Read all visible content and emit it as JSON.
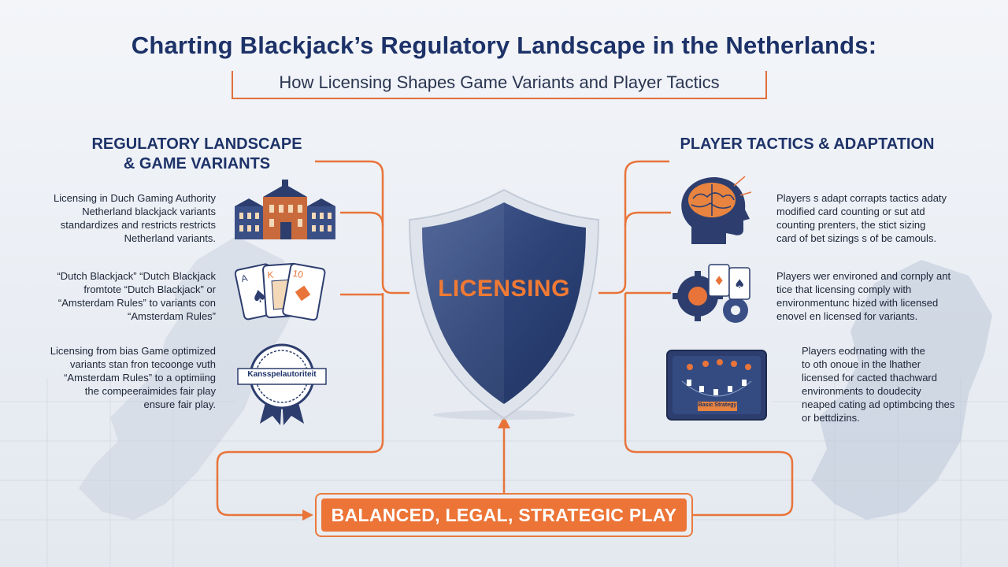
{
  "title": "Charting Blackjack’s Regulatory Landscape in the Netherlands:",
  "subtitle": "How Licensing Shapes Game Variants and Player Tactics",
  "left_section": {
    "heading_line1": "REGULATORY LANDSCAPE",
    "heading_line2": "& GAME VARIANTS",
    "items": [
      {
        "icon": "building-icon",
        "lines": [
          "Licensing in Duch Gaming Authority",
          "Netherland blackjack variants",
          "standardizes and restricts restricts",
          "Netherland variants."
        ]
      },
      {
        "icon": "playing-cards-icon",
        "lines": [
          "“Dutch Blackjack” “Dutch Blackjack",
          "fromtote “Dutch Blackjack” or",
          "“Amsterdam Rules” to variants con",
          "“Amsterdam Rules”"
        ]
      },
      {
        "icon": "seal-badge-icon",
        "badge_text": "Kansspelautoriteit",
        "lines": [
          "Licensing from bias Game optimized",
          "variants stan fron tecoonge vuth",
          "“Amsterdam Rules” to a optimiing",
          "the compeeraimides fair play",
          "ensure fair play."
        ]
      }
    ]
  },
  "center": {
    "shield_label": "LICENSING"
  },
  "right_section": {
    "heading": "PLAYER TACTICS & ADAPTATION",
    "items": [
      {
        "icon": "brain-head-icon",
        "lines": [
          "Players s adapt corrapts tactics adaty",
          "modified card counting or sut atd",
          "counting prenters, the stict sizing",
          "card of bet sizings s of be camouls."
        ]
      },
      {
        "icon": "gears-cards-icon",
        "lines": [
          "Players wer environed and cornply ant",
          "tice that licensing comply with",
          "environmentunc hized with licensed",
          "enovel en licensed for variants."
        ]
      },
      {
        "icon": "blackjack-table-icon",
        "table_label": "Basic Strategy",
        "lines": [
          "Players eodrnating with the",
          "to oth onoue in the lhather",
          "licensed for cacted thachward",
          "environments to doudecity",
          "neaped cating ad optimbcing thes",
          "or bettdizins."
        ]
      }
    ]
  },
  "result": {
    "label": "BALANCED, LEGAL, STRATEGIC PLAY"
  },
  "colors": {
    "navy": "#1d3268",
    "orange": "#e8743a",
    "shield": "#2d4377",
    "background": "#eef1f6"
  }
}
